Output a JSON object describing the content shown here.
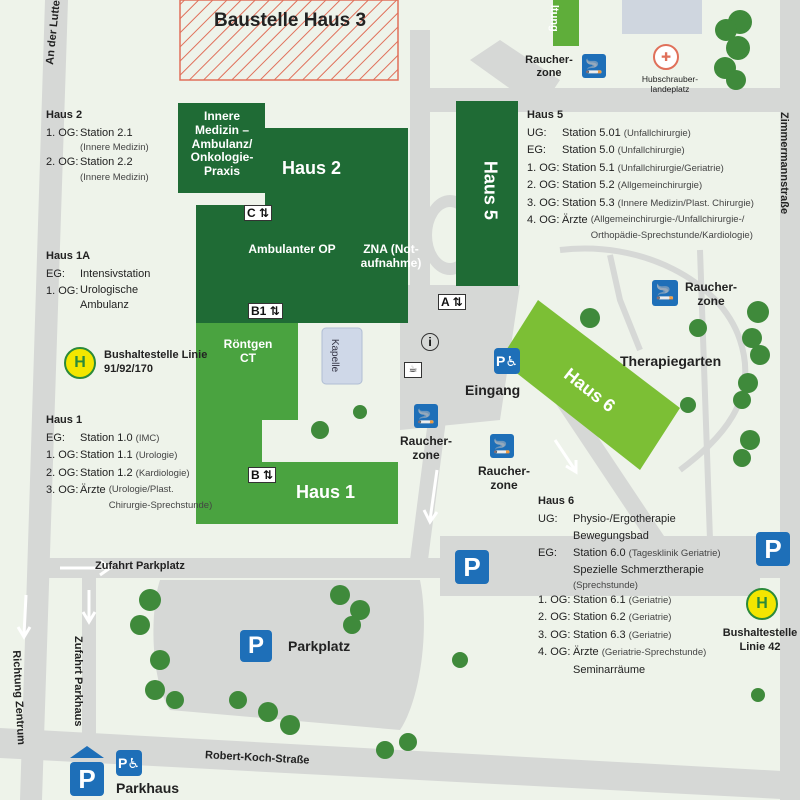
{
  "colors": {
    "background": "#eef3ea",
    "road": "#d6d8d6",
    "dark_green": "#1f6b35",
    "medium_green": "#4aa340",
    "light_green": "#7cbf35",
    "parking_blue": "#1e6fb8",
    "bus_yellow": "#f3e600",
    "construction_red": "#e0705a"
  },
  "buildings": {
    "baustelle": "Baustelle Haus 3",
    "innere_medizin": "Innere Medizin – Ambulanz/ Onkologie-Praxis",
    "haus2": "Haus 2",
    "haus5": "Haus 5",
    "ambulanter_op": "Ambulanter OP",
    "zna": "ZNA (Not-aufnahme)",
    "roentgen": "Röntgen CT",
    "kapelle": "Kapelle",
    "haus1": "Haus 1",
    "haus6": "Haus 6",
    "top_building_fragment": "ltung"
  },
  "entrances": {
    "a": "A",
    "b": "B",
    "b1": "B1",
    "c": "C"
  },
  "places": {
    "eingang": "Eingang",
    "therapiegarten": "Therapiegarten",
    "parkplatz": "Parkplatz",
    "parkhaus": "Parkhaus",
    "hubschrauber": "Hubschrauber-landeplatz",
    "raucherzone": "Raucher-zone",
    "p_symbol": "P"
  },
  "streets": {
    "an_der_lutte": "An der Lutte",
    "zimmermannstrasse": "Zimmermannstraße",
    "zufahrt_parkplatz": "Zufahrt Parkplatz",
    "zufahrt_parkhaus": "Zufahrt Parkhaus",
    "richtung_zentrum": "Richtung Zentrum",
    "robert_koch": "Robert-Koch-Straße"
  },
  "bus_stops": {
    "left": "Bushaltestelle Linie 91/92/170",
    "right": "Bushaltestelle Linie 42",
    "symbol": "H"
  },
  "info_haus2": {
    "title": "Haus 2",
    "rows": [
      {
        "k": "1. OG:",
        "v": "Station 2.1",
        "note": "(Innere Medizin)"
      },
      {
        "k": "2. OG:",
        "v": "Station 2.2",
        "note": "(Innere Medizin)"
      }
    ]
  },
  "info_haus1a": {
    "title": "Haus 1A",
    "rows": [
      {
        "k": "EG:",
        "v": "Intensivstation",
        "note": ""
      },
      {
        "k": "1. OG:",
        "v": "Urologische Ambulanz",
        "note": ""
      }
    ]
  },
  "info_haus1": {
    "title": "Haus 1",
    "rows": [
      {
        "k": "EG:",
        "v": "Station 1.0",
        "note": "(IMC)"
      },
      {
        "k": "1. OG:",
        "v": "Station 1.1",
        "note": "(Urologie)"
      },
      {
        "k": "2. OG:",
        "v": "Station 1.2",
        "note": "(Kardiologie)"
      },
      {
        "k": "3. OG:",
        "v": "Ärzte",
        "note": "(Urologie/Plast. Chirurgie-Sprechstunde)"
      }
    ]
  },
  "info_haus5": {
    "title": "Haus 5",
    "rows": [
      {
        "k": "UG:",
        "v": "Station 5.01",
        "note": "(Unfallchirurgie)"
      },
      {
        "k": "EG:",
        "v": "Station 5.0",
        "note": "(Unfallchirurgie)"
      },
      {
        "k": "1. OG:",
        "v": "Station 5.1",
        "note": "(Unfallchirurgie/Geriatrie)"
      },
      {
        "k": "2. OG:",
        "v": "Station 5.2",
        "note": "(Allgemeinchirurgie)"
      },
      {
        "k": "3. OG:",
        "v": "Station 5.3",
        "note": "(Innere Medizin/Plast. Chirurgie)"
      },
      {
        "k": "4. OG:",
        "v": "Ärzte",
        "note": "(Allgemeinchirurgie-/Unfallchirurgie-/ Orthopädie-Sprechstunde/Kardiologie)"
      }
    ]
  },
  "info_haus6": {
    "title": "Haus 6",
    "rows": [
      {
        "k": "UG:",
        "v": "Physio-/Ergotherapie Bewegungsbad",
        "note": ""
      },
      {
        "k": "EG:",
        "v": "Station 6.0",
        "note": "(Tagesklinik Geriatrie)"
      },
      {
        "k": "",
        "v": "Spezielle Schmerztherapie",
        "note": "(Sprechstunde)"
      },
      {
        "k": "1. OG:",
        "v": "Station 6.1",
        "note": "(Geriatrie)"
      },
      {
        "k": "2. OG:",
        "v": "Station 6.2",
        "note": "(Geriatrie)"
      },
      {
        "k": "3. OG:",
        "v": "Station 6.3",
        "note": "(Geriatrie)"
      },
      {
        "k": "4. OG:",
        "v": "Ärzte",
        "note": "(Geriatrie-Sprechstunde)"
      },
      {
        "k": "",
        "v": "Seminarräume",
        "note": ""
      }
    ]
  }
}
